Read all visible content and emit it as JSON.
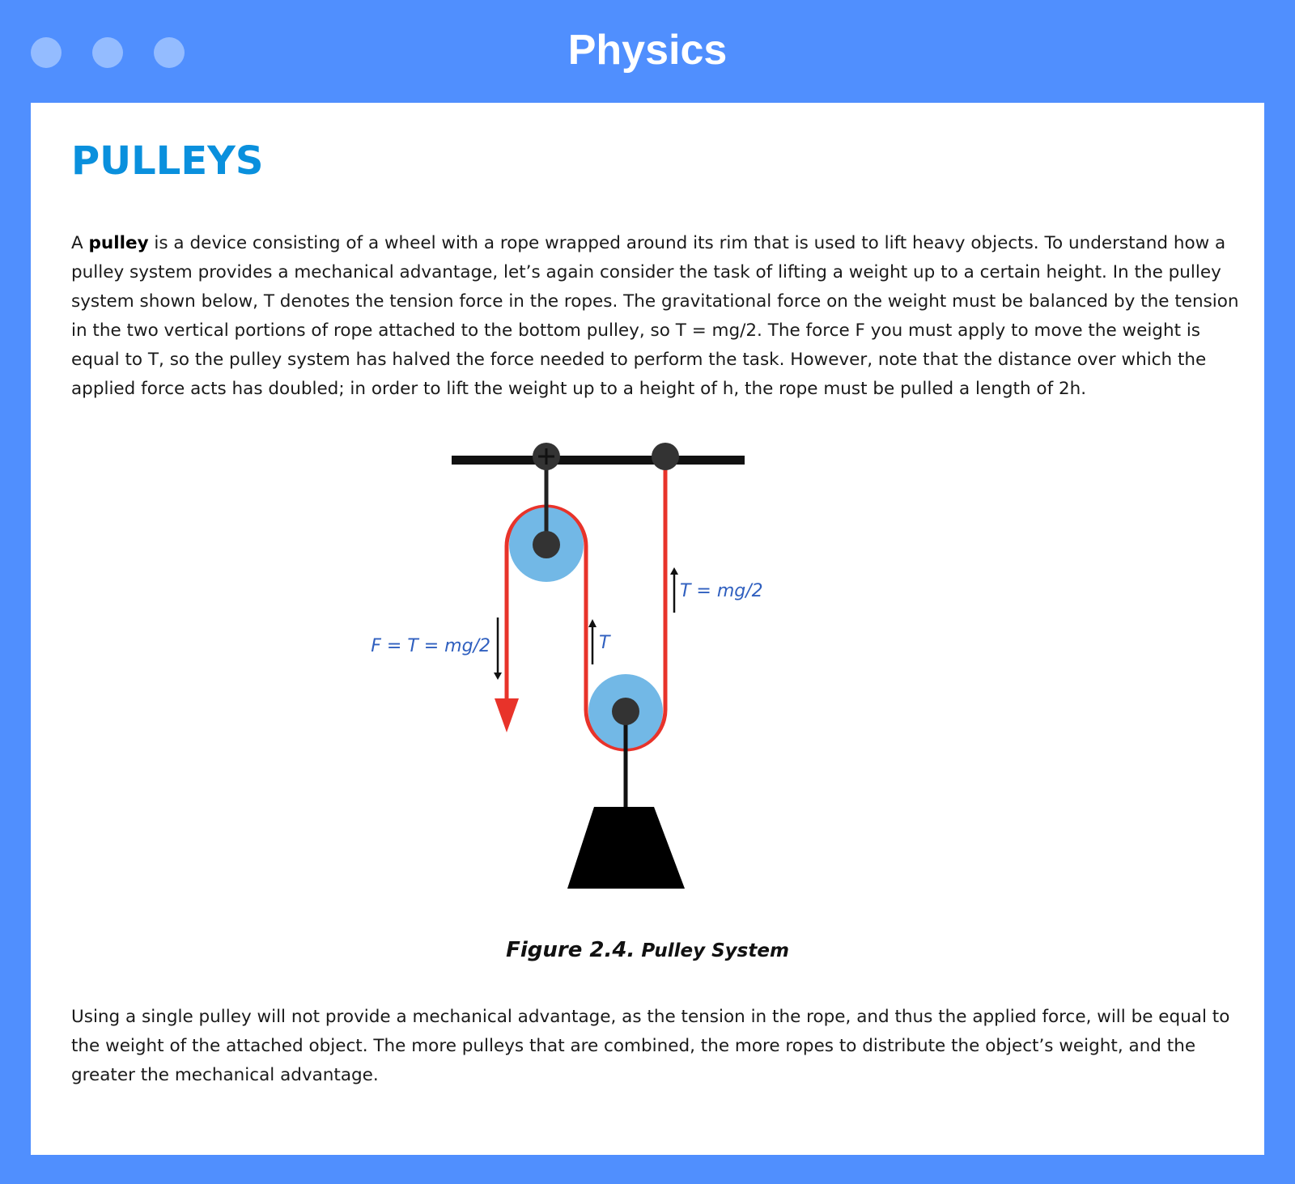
{
  "window": {
    "title": "Physics"
  },
  "article": {
    "heading": "PULLEYS",
    "para1_prefix": "A ",
    "para1_bold": "pulley",
    "para1_rest": " is a device consisting of a wheel with a rope wrapped around its rim that is used to lift heavy objects. To understand how a pulley system provides a mechanical advantage, let’s again consider the task of lifting a weight up to a certain height. In the pulley system shown below, T denotes the tension force in the ropes. The gravitational force on the weight must be balanced by the tension in the two vertical portions of rope attached to the bottom pulley, so T = mg/2. The force F you must apply to move the weight is equal to T, so the pulley system has halved the force needed to perform the task. However, note that the distance over which the applied force acts has doubled; in order to lift the weight up to a height of h, the rope must be pulled a length of 2h.",
    "para2": "Using a single pulley will not provide a mechanical advantage, as the tension in the rope, and thus the applied force, will be equal to the weight of the attached object. The more pulleys that are combined, the more ropes to distribute the object’s weight, and the greater the mechanical advantage."
  },
  "figure": {
    "label_force": "F =  T = mg/2",
    "label_tension_middle": "T",
    "label_tension_right": "T = mg/2",
    "caption_number": "Figure 2.4.",
    "caption_text": " Pulley System"
  },
  "colors": {
    "titlebar": "#508ffe",
    "heading": "#0a90dd",
    "rope": "#e8332a",
    "pulley": "#72b8e6",
    "label": "#2f5fbf"
  }
}
